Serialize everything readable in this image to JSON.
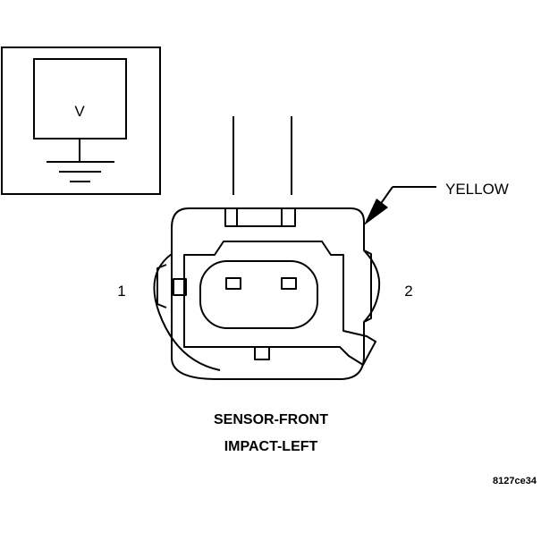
{
  "diagram": {
    "legend_box": {
      "symbol": "V"
    },
    "connector": {
      "pin_left": "1",
      "pin_right": "2",
      "wire_color_callout": "YELLOW"
    },
    "caption": {
      "line1": "SENSOR-FRONT",
      "line2": "IMPACT-LEFT"
    },
    "figure_code": "8127ce34"
  }
}
